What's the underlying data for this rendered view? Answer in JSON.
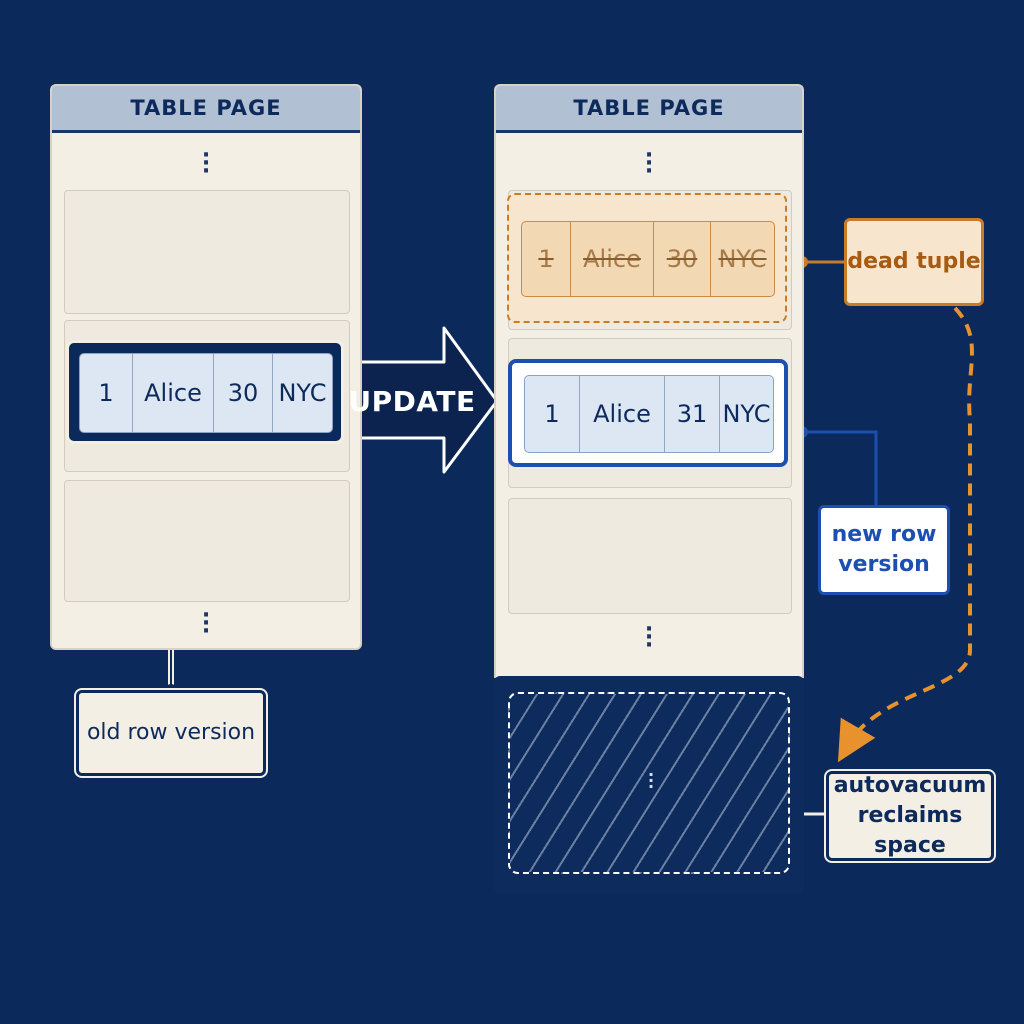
{
  "left_page": {
    "header": "TABLE PAGE",
    "old_row": [
      "1",
      "Alice",
      "30",
      "NYC"
    ]
  },
  "right_page": {
    "header": "TABLE PAGE",
    "dead_row": [
      "1",
      "Alice",
      "30",
      "NYC"
    ],
    "new_row": [
      "1",
      "Alice",
      "31",
      "NYC"
    ]
  },
  "operation": "UPDATE",
  "labels": {
    "old_row_version": "old row version",
    "dead_tuple": "dead tuple",
    "new_row_version": [
      "new row",
      "version"
    ],
    "autovacuum": [
      "autovacuum",
      "reclaims space"
    ]
  },
  "colors": {
    "background": "#0b2a5b",
    "page": "#f4efe4",
    "header": "#b2c0d3",
    "dead": "#c97c28",
    "new": "#1d4fb0"
  }
}
